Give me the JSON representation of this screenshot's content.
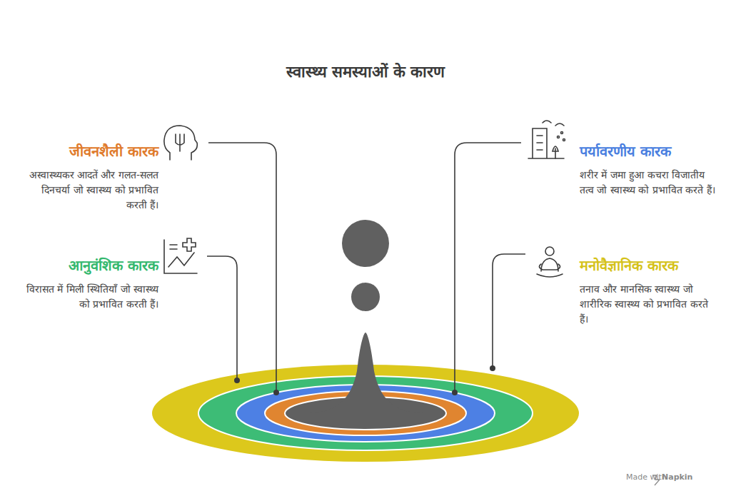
{
  "diagram": {
    "title": "स्वास्थ्य समस्याओं के कारण",
    "nodes": [
      {
        "text": [
          "जीवनशैली कारक",
          "अस्वास्थ्यकर आदतें और गलत-सलत दिनचर्या जो स्वास्थ्य को प्रभावित करती हैं।"
        ]
      },
      {
        "text": [
          "पर्यावरणीय कारक",
          "शरीर में जमा हुआ कचरा विजातीय तत्व जो स्वास्थ्य को प्रभावित करते हैं।"
        ]
      },
      {
        "text": [
          "आनुवंशिक कारक",
          "विरासत में मिली स्थितियाँ जो स्वास्थ्य को प्रभावित करती हैं।"
        ]
      },
      {
        "text": [
          "मनोवैज्ञानिक कारक",
          "तनाव और मानसिक स्वास्थ्य जो शारीरिक स्वास्थ्य को प्रभावित करते हैं।"
        ]
      }
    ],
    "labels": [
      "Made with",
      "Napkin"
    ]
  }
}
